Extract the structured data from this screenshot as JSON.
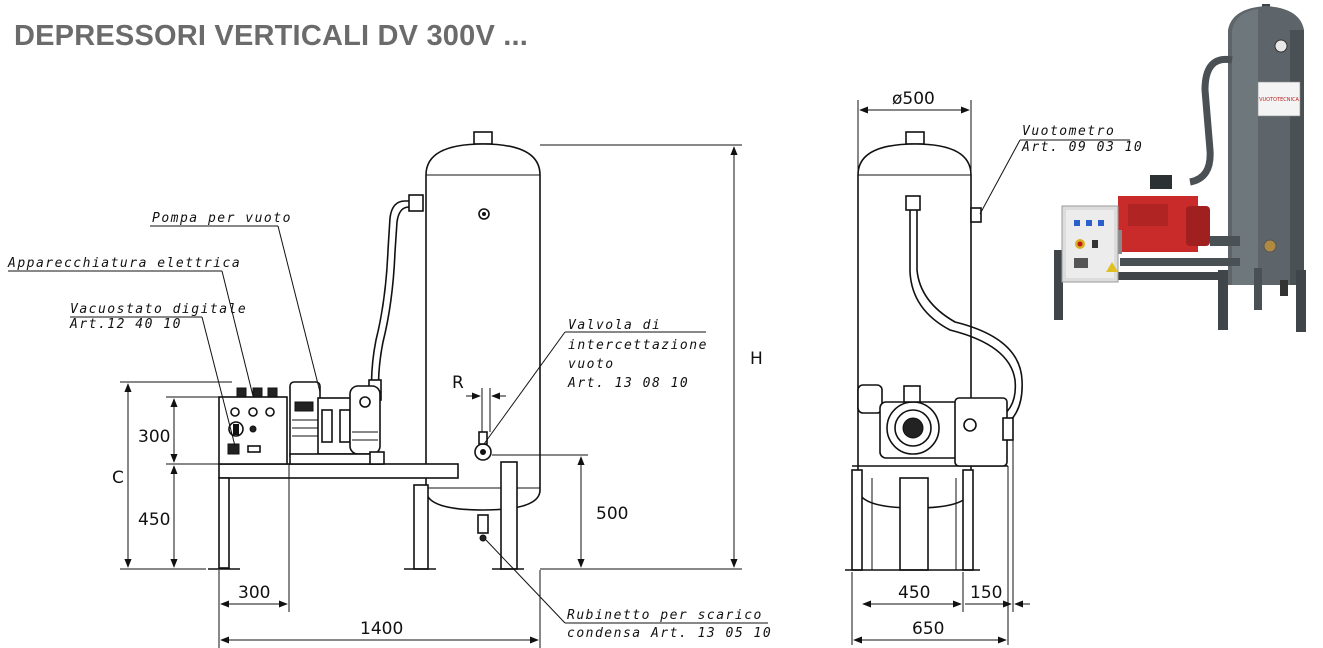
{
  "title": "DEPRESSORI VERTICALI DV 300V ...",
  "labels": {
    "pompa": "Pompa per vuoto",
    "apparecchiatura": "Apparecchiatura elettrica",
    "vacuostato_1": "Vacuostato digitale",
    "vacuostato_2": "Art.12 40 10",
    "valvola_1": "Valvola di",
    "valvola_2": "intercettazione",
    "valvola_3": "vuoto",
    "valvola_4": "Art. 13 08 10",
    "rubinetto_1": "Rubinetto per scarico",
    "rubinetto_2": "condensa Art. 13 05 10",
    "vuotometro_1": "Vuotometro",
    "vuotometro_2": "Art. 09 03 10"
  },
  "dimensions": {
    "d300_v": "300",
    "d450_v": "450",
    "c": "C",
    "h": "H",
    "r": "R",
    "d500": "500",
    "d300_h": "300",
    "d1400": "1400",
    "phi500": "ø500",
    "d450_h": "450",
    "d150": "150",
    "d650": "650"
  },
  "photo": {
    "brand_text": "VUOTOTECNICA"
  }
}
